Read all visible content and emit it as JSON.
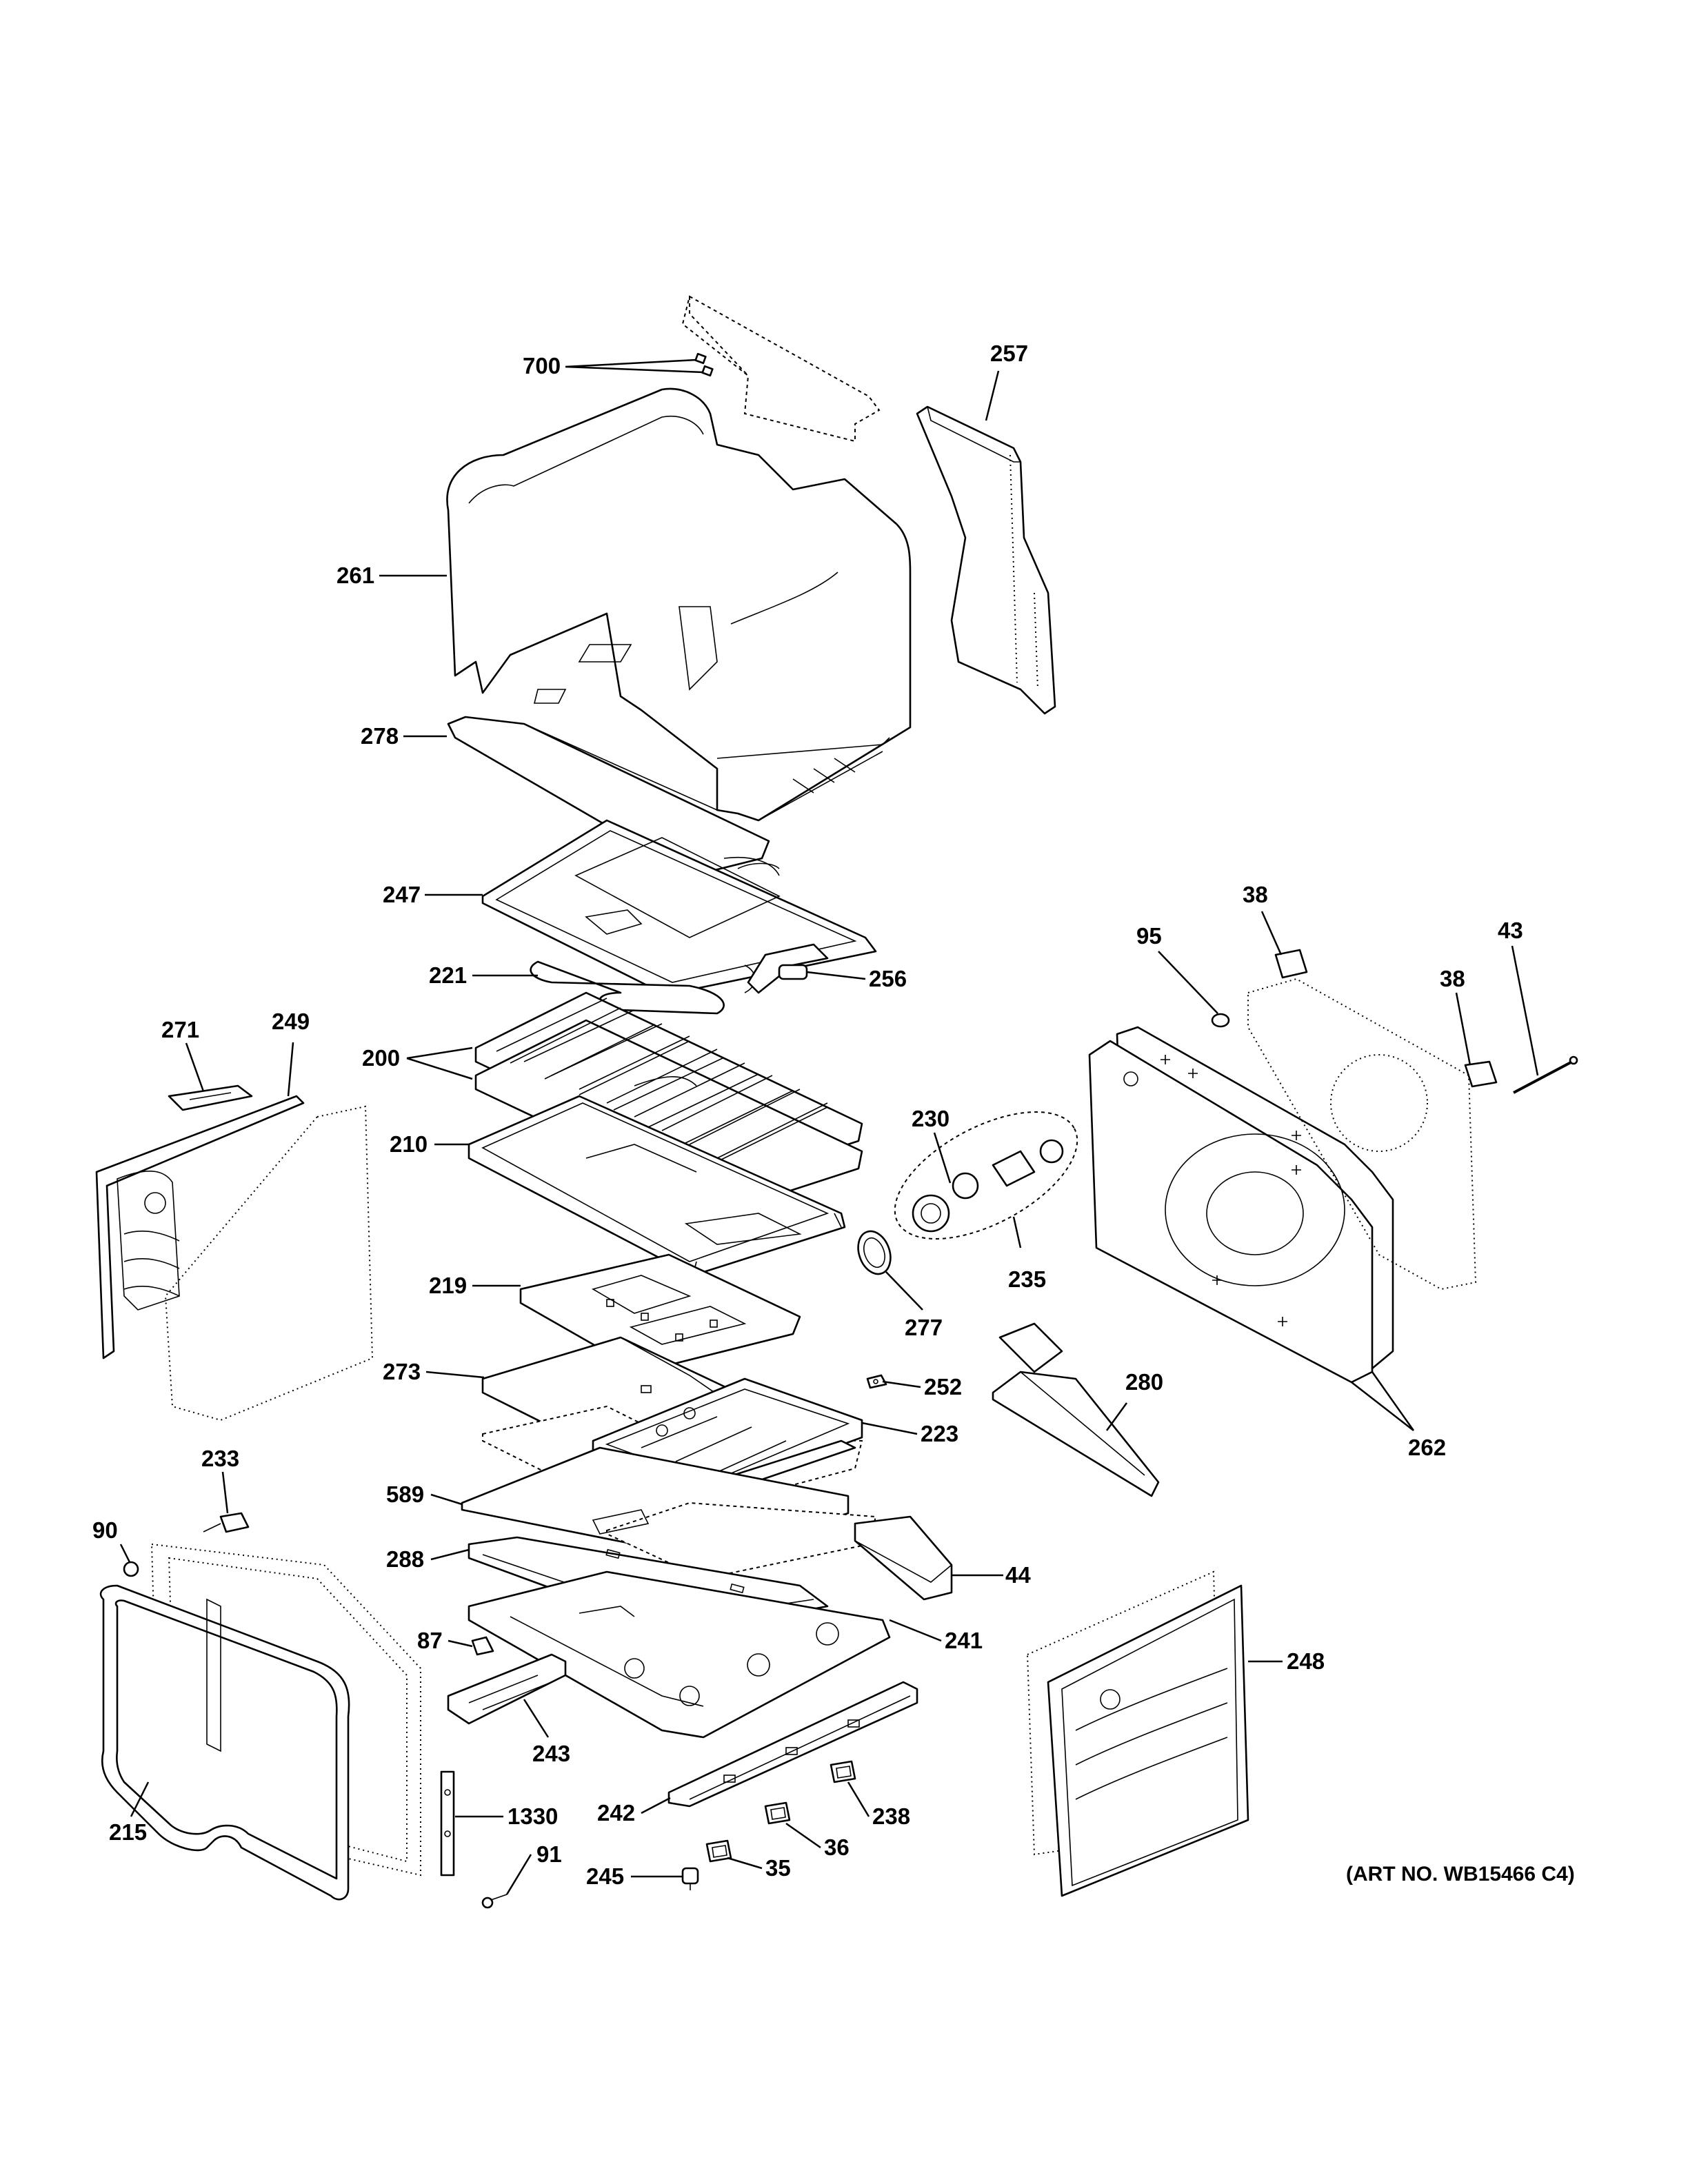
{
  "art_number": "(ART NO. WB15466 C4)",
  "callouts": [
    {
      "id": "c700",
      "label": "700"
    },
    {
      "id": "c257",
      "label": "257"
    },
    {
      "id": "c261",
      "label": "261"
    },
    {
      "id": "c278",
      "label": "278"
    },
    {
      "id": "c247",
      "label": "247"
    },
    {
      "id": "c221",
      "label": "221"
    },
    {
      "id": "c256",
      "label": "256"
    },
    {
      "id": "c200",
      "label": "200"
    },
    {
      "id": "c210",
      "label": "210"
    },
    {
      "id": "c219",
      "label": "219"
    },
    {
      "id": "c273",
      "label": "273"
    },
    {
      "id": "c252",
      "label": "252"
    },
    {
      "id": "c223",
      "label": "223"
    },
    {
      "id": "c589",
      "label": "589"
    },
    {
      "id": "c288",
      "label": "288"
    },
    {
      "id": "c44",
      "label": "44"
    },
    {
      "id": "c87",
      "label": "87"
    },
    {
      "id": "c241",
      "label": "241"
    },
    {
      "id": "c243",
      "label": "243"
    },
    {
      "id": "c242",
      "label": "242"
    },
    {
      "id": "c238",
      "label": "238"
    },
    {
      "id": "c36",
      "label": "36"
    },
    {
      "id": "c35",
      "label": "35"
    },
    {
      "id": "c245",
      "label": "245"
    },
    {
      "id": "c91",
      "label": "91"
    },
    {
      "id": "c1330",
      "label": "1330"
    },
    {
      "id": "c215",
      "label": "215"
    },
    {
      "id": "c233",
      "label": "233"
    },
    {
      "id": "c90",
      "label": "90"
    },
    {
      "id": "c271",
      "label": "271"
    },
    {
      "id": "c249",
      "label": "249"
    },
    {
      "id": "c230",
      "label": "230"
    },
    {
      "id": "c235",
      "label": "235"
    },
    {
      "id": "c277",
      "label": "277"
    },
    {
      "id": "c95",
      "label": "95"
    },
    {
      "id": "c38a",
      "label": "38"
    },
    {
      "id": "c38b",
      "label": "38"
    },
    {
      "id": "c43",
      "label": "43"
    },
    {
      "id": "c280",
      "label": "280"
    },
    {
      "id": "c262",
      "label": "262"
    },
    {
      "id": "c248",
      "label": "248"
    }
  ]
}
